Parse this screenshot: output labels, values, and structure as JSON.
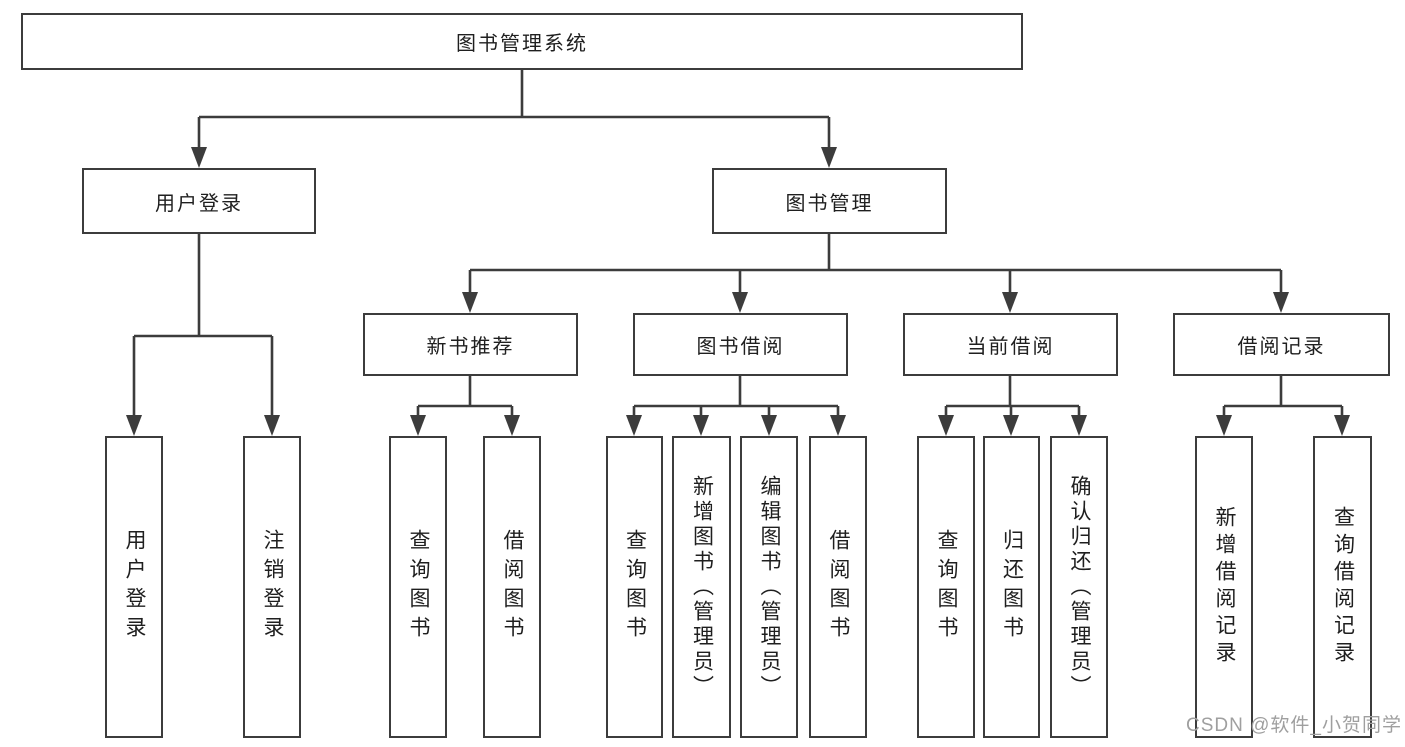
{
  "diagram": {
    "type": "hierarchy-tree",
    "title": "图书管理系统"
  },
  "tree": {
    "label": "图书管理系统",
    "children": [
      {
        "label": "用户登录",
        "children": [
          {
            "label": "用户登录"
          },
          {
            "label": "注销登录"
          }
        ]
      },
      {
        "label": "图书管理",
        "children": [
          {
            "label": "新书推荐",
            "children": [
              {
                "label": "查询图书"
              },
              {
                "label": "借阅图书"
              }
            ]
          },
          {
            "label": "图书借阅",
            "children": [
              {
                "label": "查询图书"
              },
              {
                "label": "新增图书（管理员）"
              },
              {
                "label": "编辑图书（管理员）"
              },
              {
                "label": "借阅图书"
              }
            ]
          },
          {
            "label": "当前借阅",
            "children": [
              {
                "label": "查询图书"
              },
              {
                "label": "归还图书"
              },
              {
                "label": "确认归还（管理员）"
              }
            ]
          },
          {
            "label": "借阅记录",
            "children": [
              {
                "label": "新增借阅记录"
              },
              {
                "label": "查询借阅记录"
              }
            ]
          }
        ]
      }
    ]
  },
  "watermark": {
    "text": "CSDN @软件_小贺同学"
  },
  "colors": {
    "line": "#3c3c3c",
    "text": "#1f1f1f",
    "watermark": "#9f9f9f",
    "background": "#ffffff"
  }
}
